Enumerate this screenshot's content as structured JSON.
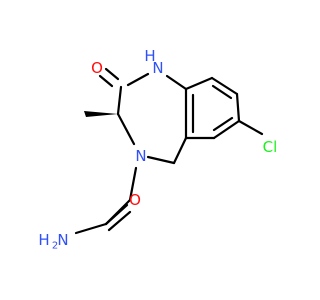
{
  "colors": {
    "background": "#ffffff",
    "carbon": "#000000",
    "oxygen": "#ff0d0d",
    "nitrogen": "#3050f8",
    "chlorine": "#1ff01f"
  },
  "atoms": [
    {
      "id": "O1",
      "label": "O",
      "element": "O"
    },
    {
      "id": "N1",
      "label": "H N",
      "element": "N"
    },
    {
      "id": "N4",
      "label": "N",
      "element": "N"
    },
    {
      "id": "Cl",
      "label": "Cl",
      "element": "Cl"
    },
    {
      "id": "O2",
      "label": "O",
      "element": "O"
    },
    {
      "id": "NH2",
      "label": "H2N",
      "element": "N"
    }
  ],
  "labels": {
    "O1": "O",
    "NH": "H",
    "NH_N": "N",
    "N4": "N",
    "Cl": "Cl",
    "O2": "O",
    "NH2_H": "H",
    "NH2_2": "2",
    "NH2_N": "N"
  }
}
